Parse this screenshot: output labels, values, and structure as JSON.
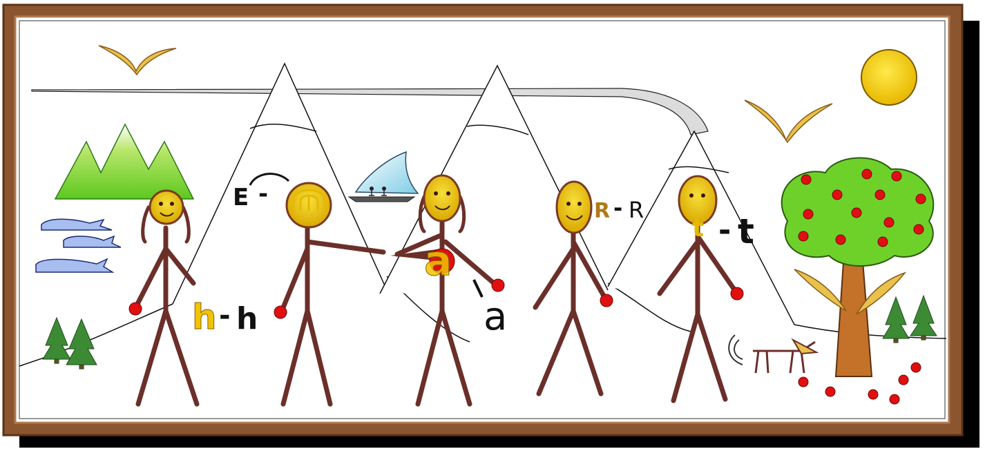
{
  "labels": {
    "h_mark": "h",
    "h_dash": "-",
    "h_plain": "h",
    "e_letter": "E",
    "e_dash": "-",
    "a_mark": "a",
    "a_plain": "a",
    "r_mark": "R",
    "r_dash": "-",
    "r_plain": "R",
    "t_mark": "t",
    "t_dash": "-",
    "t_plain": "t"
  },
  "colors": {
    "frame_outer": "#6b3f21",
    "frame_inner": "#a0643c",
    "shadow": "#000000",
    "stick": "#6b2f2a",
    "face": "#e9c41c",
    "face_stroke": "#7a3a22",
    "hand": "#e01010",
    "gold_letter": "#e6b800",
    "sun": "#f3d21a",
    "leaf_green": "#6ed12a",
    "trunk": "#b4651d",
    "whale": "#8ea7e6",
    "tree_green": "#3d8a35",
    "bird": "#b98a2a"
  },
  "icons": [
    "sun-icon",
    "bird-icon",
    "mountain-icon",
    "whale-icon",
    "pine-tree-icon",
    "apple-tree-icon",
    "boat-icon",
    "dog-icon",
    "apple-icon",
    "stick-figure-icon"
  ]
}
